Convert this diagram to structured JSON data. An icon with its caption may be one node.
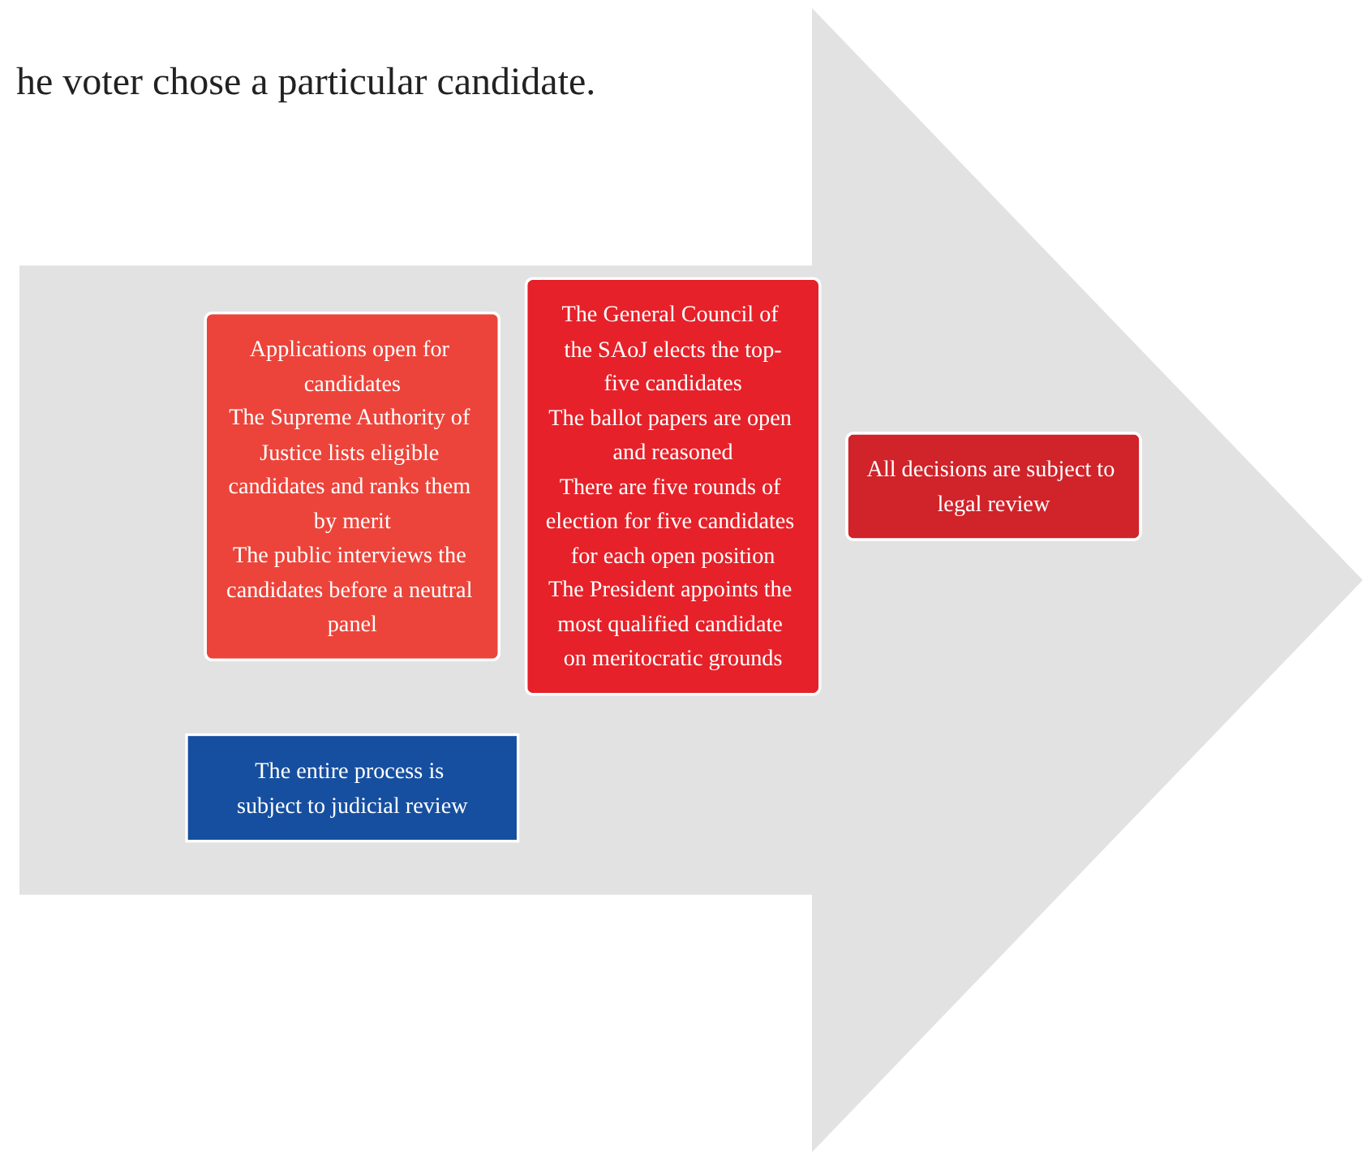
{
  "diagram": {
    "nodes": [
      {
        "text": [
          "Applications open for candidates",
          "The Supreme Authority of Justice lists eligible candidates and ranks them by merit",
          "The public interviews the candidates before a neutral panel"
        ]
      },
      {
        "text": [
          "The General Council of the SAoJ elects the top-five candidates",
          "The ballot papers are open and reasoned",
          "There are five rounds of election for five candidates for each open position",
          "The President appoints the most qualified candidate on meritocratic grounds"
        ]
      },
      {
        "text": [
          "All decisions are subject to legal review"
        ]
      },
      {
        "text": [
          "The entire process is subject to judicial review"
        ]
      }
    ],
    "edges": [],
    "labels": [
      "he voter chose a particular candidate."
    ]
  }
}
